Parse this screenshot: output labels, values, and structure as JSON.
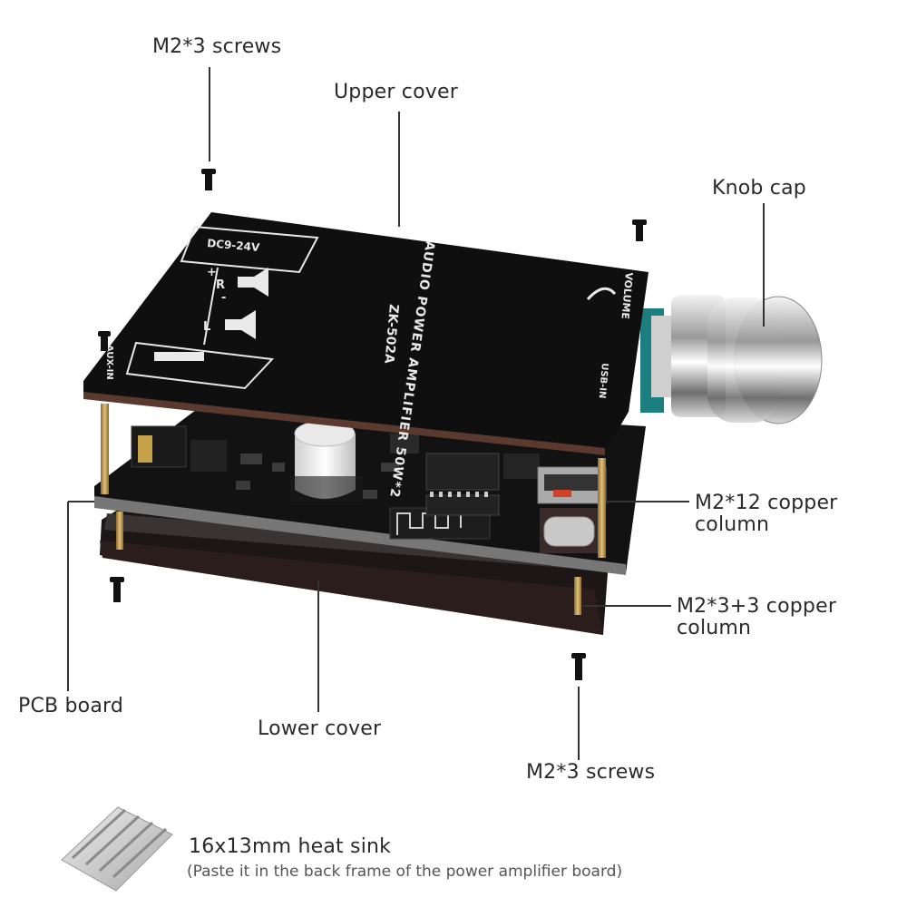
{
  "labels": {
    "screws_top": "M2*3 screws",
    "upper_cover": "Upper cover",
    "knob_cap": "Knob cap",
    "copper_column_12": "M2*12 copper column",
    "copper_column_12_line1": "M2*12 copper",
    "copper_column_12_line2": "column",
    "copper_column_33_line1": "M2*3+3 copper",
    "copper_column_33_line2": "column",
    "pcb_board": "PCB board",
    "lower_cover": "Lower cover",
    "screws_bottom": "M2*3 screws",
    "heat_sink_title": "16x13mm heat sink",
    "heat_sink_note": "(Paste it in the back frame of the power amplifier board)"
  },
  "board_silkscreen": {
    "power": "DC9-24V",
    "model": "ZK-502A",
    "description": "AUDIO POWER AMPLIFIER 50W*2",
    "volume": "VOLUME",
    "aux": "AUX-IN",
    "usb": "USB-IN",
    "right": "R",
    "left": "L",
    "plus": "+",
    "minus": "-"
  },
  "colors": {
    "board_black": "#151515",
    "silkscreen": "#e9e9e9",
    "copper": "#c9a25a",
    "leader_line": "#333333",
    "heat_sink": "#cfcfcf"
  }
}
